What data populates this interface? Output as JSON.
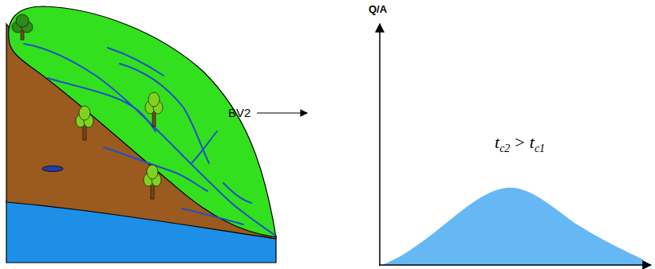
{
  "diagram": {
    "labels": [
      "BV2",
      "Q/A",
      "t",
      "c2",
      ">",
      "t",
      "c1"
    ]
  }
}
